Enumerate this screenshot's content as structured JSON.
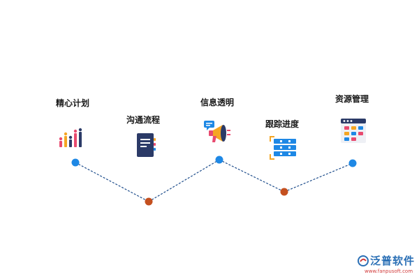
{
  "steps": [
    {
      "label": "精心计划",
      "icon": "bar-chart-icon",
      "node_color": "#1e88e5"
    },
    {
      "label": "沟通流程",
      "icon": "notebook-icon",
      "node_color": "#c4501f"
    },
    {
      "label": "信息透明",
      "icon": "megaphone-icon",
      "node_color": "#1e88e5"
    },
    {
      "label": "跟踪进度",
      "icon": "progress-board-icon",
      "node_color": "#c4501f"
    },
    {
      "label": "资源管理",
      "icon": "kanban-window-icon",
      "node_color": "#1e88e5"
    }
  ],
  "line_color": "#1f4e8c",
  "brand": {
    "name": "泛普软件",
    "url": "www.fanpusoft.com",
    "color": "#2a6fb5",
    "url_color": "#d23b3b"
  }
}
